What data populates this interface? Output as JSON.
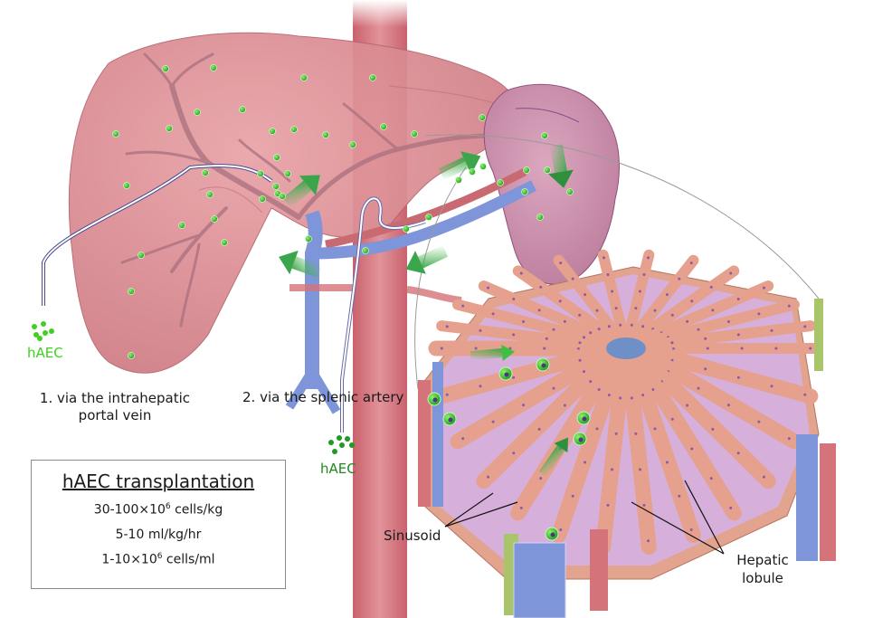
{
  "labels": {
    "route1_line1": "1. via the intrahepatic",
    "route1_line2": "portal vein",
    "route2": "2. via the splenic artery",
    "cells_left": "hAEC",
    "cells_center": "hAEC",
    "sinusoid": "Sinusoid",
    "hepatic_lobule": "Hepatic lobule"
  },
  "infobox": {
    "title": "hAEC transplantation",
    "dose_prefix": "30-100×10",
    "dose_exp": "6",
    "dose_suffix": " cells/kg",
    "rate": "5-10 ml/kg/hr",
    "conc_prefix": "1-10×10",
    "conc_exp": "6",
    "conc_suffix": " cells/ml"
  },
  "icons": {
    "cell_cluster": "green-dot-cluster",
    "flow_arrow": "green-arrow"
  },
  "colors": {
    "liver": "#d9888f",
    "liver_dark": "#b9646c",
    "spleen": "#c98aa8",
    "vein": "#7f95d9",
    "artery": "#d47379",
    "hepatocyte": "#e6a08e",
    "sinusoid": "#d3b3e6",
    "central_vein": "#6f8fc8",
    "cell_green": "#2bb52b",
    "cell_green_light": "#57e03a",
    "arrow_green": "#3fae4a",
    "haec_label_light": "#3fd11f",
    "haec_label_dark": "#1f8a22",
    "bile_duct": "#9fc75a"
  }
}
